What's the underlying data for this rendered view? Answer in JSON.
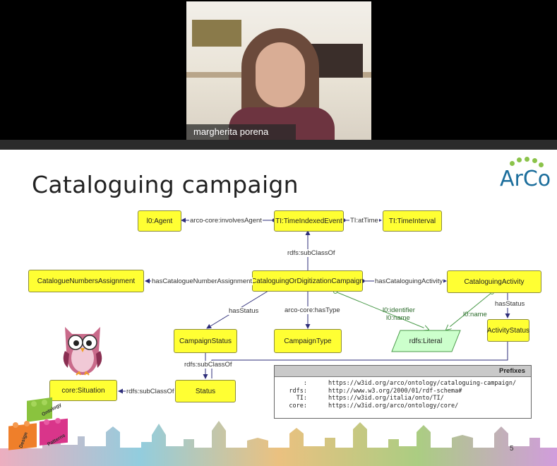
{
  "meeting": {
    "participant_name": "margherita porena"
  },
  "slide": {
    "title": "Cataloguing campaign",
    "logo_text": "ArCo",
    "page_number": "5",
    "nodes": {
      "agent": "l0:Agent",
      "ti_event": "TI:TimeIndexedEvent",
      "ti_interval": "TI:TimeInterval",
      "catalogue_numbers": "CatalogueNumbersAssignment",
      "campaign": "CataloguingOrDigitizationCampaign",
      "cataloguing_activity": "CataloguingActivity",
      "campaign_status": "CampaignStatus",
      "campaign_type": "CampaignType",
      "rdfs_literal": "rdfs:Literal",
      "activity_status": "ActivityStatus",
      "core_situation": "core:Situation",
      "status": "Status"
    },
    "edges": {
      "involves_agent": "arco-core:involvesAgent",
      "at_time": "TI:atTime",
      "subclassof_top": "rdfs:subClassOf",
      "has_catalogue_number": "hasCatalogueNumberAssignment",
      "has_cataloguing_activity": "hasCataloguingActivity",
      "has_status": "hasStatus",
      "has_type": "arco-core:hasType",
      "identifier": "l0:identifier",
      "name1": "l0:name",
      "name2": "l0:name",
      "activity_has_status": "hasStatus",
      "subclassof_status": "rdfs:subClassOf",
      "subclassof_situation": "rdfs:subClassOf"
    },
    "prefixes": {
      "header": "Prefixes",
      "rows": [
        {
          "key": ":",
          "value": "https://w3id.org/arco/ontology/cataloguing-campaign/"
        },
        {
          "key": "rdfs:",
          "value": "http://www.w3.org/2000/01/rdf-schema#"
        },
        {
          "key": "TI:",
          "value": "https://w3id.org/italia/onto/TI/"
        },
        {
          "key": "core:",
          "value": "https://w3id.org/arco/ontology/core/"
        }
      ]
    },
    "bricks": {
      "ontology": "Ontology",
      "design": "Design",
      "patterns": "Patterns"
    },
    "colors": {
      "node_fill": "#ffff33",
      "literal_fill": "#ccffcc",
      "edge_color": "#2e2e7a",
      "logo_blue": "#1c6e9c",
      "logo_green": "#8bc34a"
    }
  }
}
